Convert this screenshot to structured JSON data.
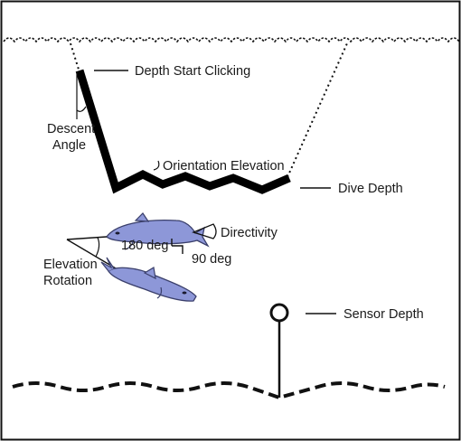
{
  "labels": {
    "depth_start_clicking": "Depth Start Clicking",
    "descent_angle_line1": "Descent",
    "descent_angle_line2": "Angle",
    "orientation_elevation": "Orientation Elevation",
    "dive_depth": "Dive Depth",
    "directivity": "Directivity",
    "deg_180": "180 deg",
    "deg_90": "90 deg",
    "elevation_rotation_line1": "Elevation",
    "elevation_rotation_line2": "Rotation",
    "sensor_depth": "Sensor Depth"
  },
  "colors": {
    "ink": "#111111",
    "whale_fill": "#8d97d8",
    "whale_stroke": "#3a3f6b",
    "background": "#ffffff"
  }
}
